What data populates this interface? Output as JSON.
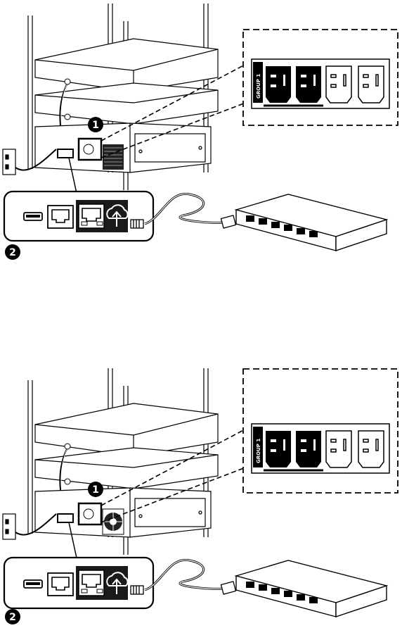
{
  "figures": [
    {
      "callout_1": "1",
      "callout_2": "2",
      "outlet_group_label": "GROUP 1",
      "outlets": [
        {
          "name": "outlet-1",
          "style": "filled"
        },
        {
          "name": "outlet-2",
          "style": "filled"
        },
        {
          "name": "outlet-3",
          "style": "outline"
        },
        {
          "name": "outlet-4",
          "style": "outline"
        }
      ],
      "switch_ports": 6,
      "ups_rear": "vented"
    },
    {
      "callout_1": "1",
      "callout_2": "2",
      "outlet_group_label": "GROUP 1",
      "outlets": [
        {
          "name": "outlet-1",
          "style": "filled"
        },
        {
          "name": "outlet-2",
          "style": "filled"
        },
        {
          "name": "outlet-3",
          "style": "outline"
        },
        {
          "name": "outlet-4",
          "style": "outline"
        }
      ],
      "switch_ports": 6,
      "ups_rear": "fan"
    }
  ],
  "colors": {
    "ink": "#000000",
    "paper": "#ffffff",
    "panel": "#1a1a1a"
  }
}
